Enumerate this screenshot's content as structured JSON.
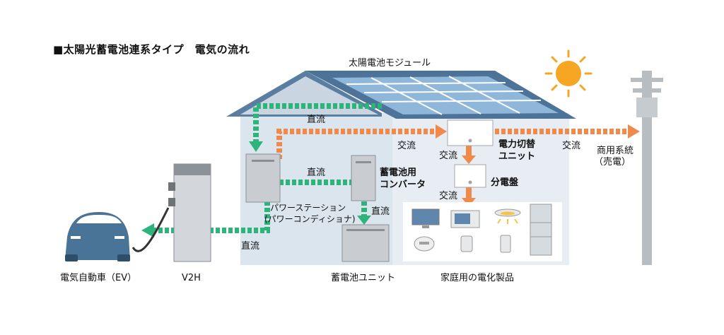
{
  "title": "■太陽光蓄電池連系タイプ　電気の流れ",
  "labels": {
    "solar_module": "太陽電池モジュール",
    "dc_top": "直流",
    "ac_top": "交流",
    "dc_mid": "直流",
    "dc_right": "直流",
    "dc_bottom": "直流",
    "ac_switch_down": "交流",
    "ac_panel_down": "交流",
    "ac_to_grid": "交流",
    "switch_unit_line1": "電力切替",
    "switch_unit_line2": "ユニット",
    "distribution_board": "分電盤",
    "converter_line1": "蓄電池用",
    "converter_line2": "コンバータ",
    "power_station_line1": "パワーステーション",
    "power_station_line2": "(パワーコンディショナ)",
    "grid_line1": "商用系統",
    "grid_line2": "（売電）",
    "ev": "電気自動車（EV）",
    "v2h": "V2H",
    "battery_unit": "蓄電池ユニット",
    "appliances": "家庭用の電化製品"
  },
  "colors": {
    "dc_green": "#2db47a",
    "ac_orange": "#f08a4b",
    "house_wall": "#dde6ee",
    "roof": "#5b7fa0",
    "sun": "#f5a623",
    "car": "#4a7398"
  }
}
